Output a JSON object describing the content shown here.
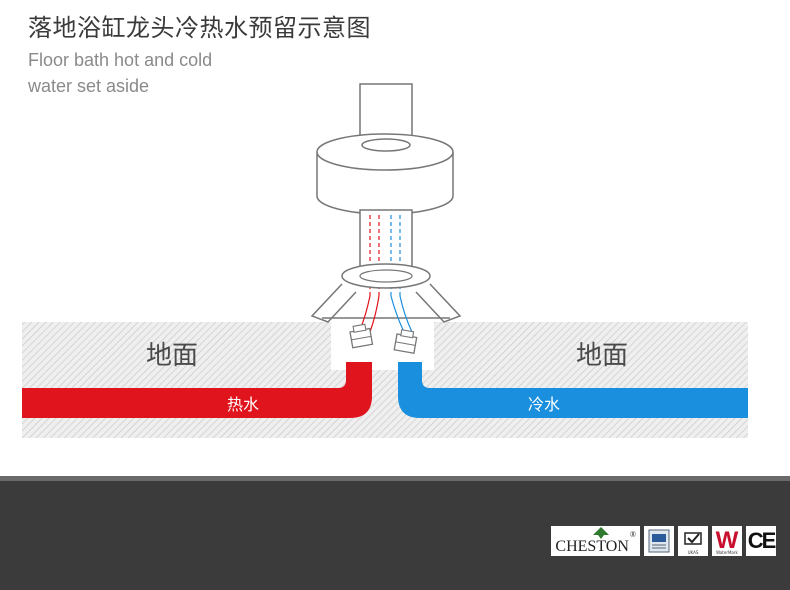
{
  "title_cn": "落地浴缸龙头冷热水预留示意图",
  "title_en": [
    "Floor bath hot and cold",
    "water set aside"
  ],
  "labels": {
    "ground_left": "地面",
    "ground_right": "地面",
    "hot_water": "热水",
    "cold_water": "冷水"
  },
  "colors": {
    "hot": "#e0141c",
    "cold": "#1a8fde",
    "footer": "#3b3b3b"
  },
  "footer_logos": {
    "brand": "CHESTON",
    "brand_reg": "®",
    "cert_w": "W",
    "cert_ce": "CE",
    "watermark_text": "WaterMark",
    "ukas_text": "UKAS"
  }
}
